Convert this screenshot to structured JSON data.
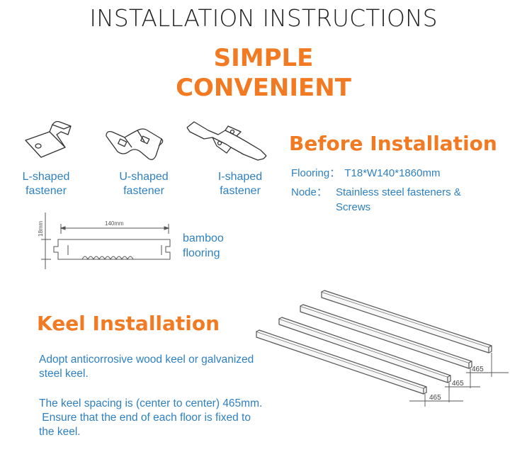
{
  "title": "INSTALLATION INSTRUCTIONS",
  "headline": {
    "line1": "SIMPLE",
    "line2": "CONVENIENT"
  },
  "fasteners": [
    {
      "line1": "L-shaped",
      "line2": "fastener"
    },
    {
      "line1": "U-shaped",
      "line2": "fastener"
    },
    {
      "line1": "I-shaped",
      "line2": "fastener"
    }
  ],
  "before": {
    "title": "Before Installation",
    "flooring_label": "Flooring：",
    "flooring_value": "T18*W140*1860mm",
    "node_label": "Node：",
    "node_value_line1": "Stainless steel fasteners &",
    "node_value_line2": "Screws"
  },
  "profile": {
    "width_dim": "140mm",
    "height_dim": "18mm",
    "label_line1": "bamboo",
    "label_line2": "flooring"
  },
  "keel": {
    "title": "Keel Installation",
    "para1_line1": "Adopt anticorrosive wood keel or galvanized",
    "para1_line2": "steel keel.",
    "para2_line1": "The keel spacing is (center to center) 465mm.",
    "para2_line2": " Ensure that the end of each floor is fixed to",
    "para2_line3": "the keel.",
    "dims": [
      "465",
      "465",
      "465"
    ]
  },
  "colors": {
    "accent": "#f27a23",
    "body_text": "#2f80c0",
    "title": "#222222"
  }
}
